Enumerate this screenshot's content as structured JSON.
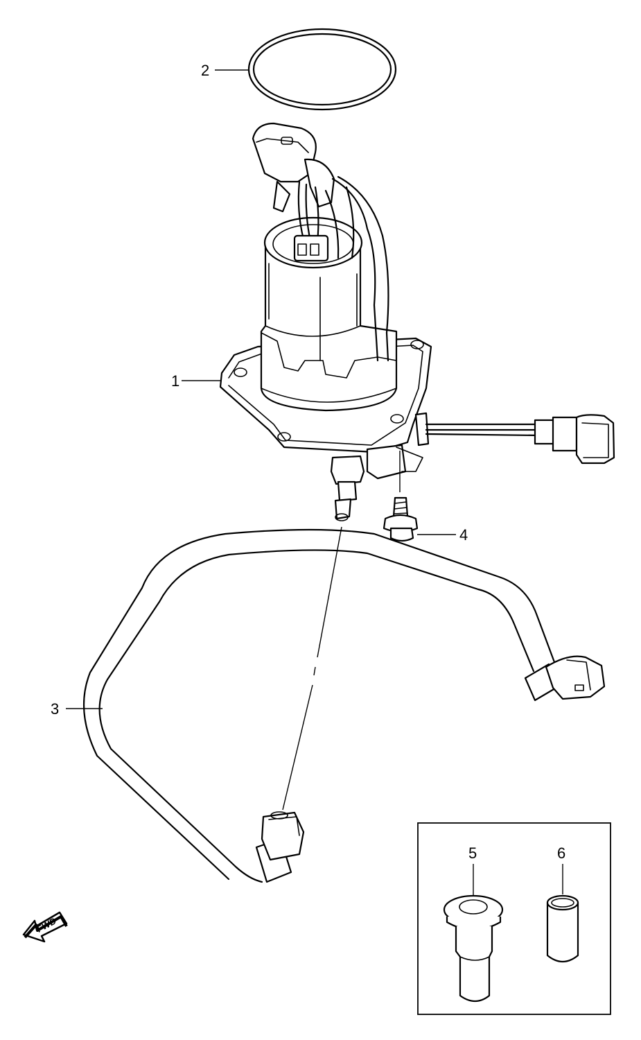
{
  "callouts": {
    "part1": "1",
    "part2": "2",
    "part3": "3",
    "part4": "4",
    "part5": "5",
    "part6": "6"
  },
  "direction_marker": {
    "label": "FWD"
  },
  "colors": {
    "line": "#000000",
    "background": "#ffffff"
  }
}
